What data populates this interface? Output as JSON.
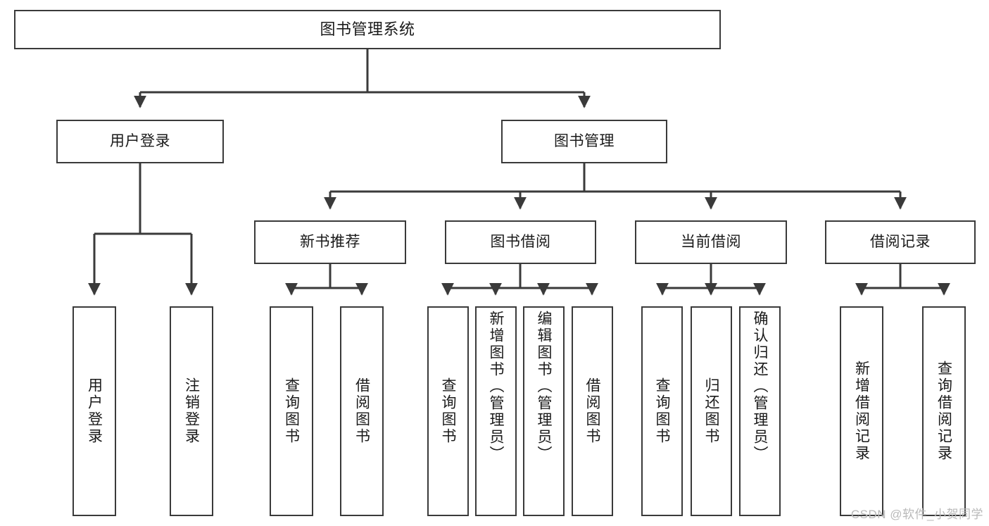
{
  "diagram": {
    "title": "图书管理系统",
    "type": "tree-hierarchy",
    "colors": {
      "box_border": "#3a3a3a",
      "box_fill": "#ffffff",
      "connector": "#3a3a3a",
      "text": "#1a1a1a",
      "watermark": "#b9b9b9"
    },
    "root": {
      "label": "图书管理系统"
    },
    "level2": [
      {
        "label": "用户登录"
      },
      {
        "label": "图书管理"
      }
    ],
    "level3": [
      {
        "label": "新书推荐"
      },
      {
        "label": "图书借阅"
      },
      {
        "label": "当前借阅"
      },
      {
        "label": "借阅记录"
      }
    ],
    "leaves": {
      "user_login": [
        {
          "label": "用户登录"
        },
        {
          "label": "注销登录"
        }
      ],
      "new_book_recommend": [
        {
          "label": "查询图书"
        },
        {
          "label": "借阅图书"
        }
      ],
      "book_borrow": [
        {
          "label": "查询图书"
        },
        {
          "label": "新增图书（管理员）"
        },
        {
          "label": "编辑图书（管理员）"
        },
        {
          "label": "借阅图书"
        }
      ],
      "current_borrow": [
        {
          "label": "查询图书"
        },
        {
          "label": "归还图书"
        },
        {
          "label": "确认归还（管理员）"
        }
      ],
      "borrow_records": [
        {
          "label": "新增借阅记录"
        },
        {
          "label": "查询借阅记录"
        }
      ]
    }
  },
  "watermark": {
    "text": "CSDN @软件_小贺同学"
  }
}
